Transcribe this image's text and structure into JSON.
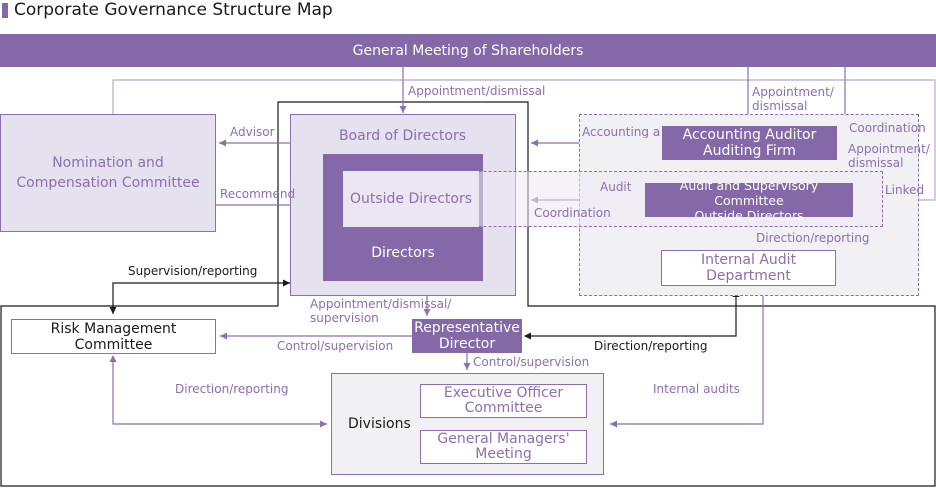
{
  "title": "Corporate Governance Structure Map",
  "colors": {
    "purple": "#8468a8",
    "light_purple_fill": "#e6e1ef",
    "gray_fill": "#f1f1f3",
    "border": "#8c6fae",
    "text_purple": "#8c6fae",
    "text_dark": "#1a1a1a"
  },
  "nodes": {
    "shareholders": "General Meeting of Shareholders",
    "nomination": "Nomination and Compensation Committee",
    "board": "Board of Directors",
    "outside_directors": "Outside Directors",
    "directors": "Directors",
    "accounting_auditor": "Accounting Auditor\nAuditing Firm",
    "audit_committee": "Audit and Supervisory Committee\nOutside Directors",
    "internal_audit": "Internal Audit Department",
    "risk": "Risk Management Committee",
    "representative": "Representative\nDirector",
    "divisions": "Divisions",
    "executive_officer": "Executive Officer\nCommittee",
    "general_managers": "General Managers'\nMeeting"
  },
  "labels": {
    "appointment_dismissal_top": "Appointment/dismissal",
    "appointment_dismissal_right": "Appointment/\ndismissal",
    "advisor": "Advisor",
    "recommend": "Recommend",
    "accounting_audit": "Accounting audit",
    "coordination_right": "Coordination",
    "appointment_dismissal_audit": "Appointment/\ndismissal",
    "audit": "Audit",
    "linked": "Linked",
    "coordination_mid": "Coordination",
    "direction_reporting_ia": "Direction/reporting",
    "supervision_reporting": "Supervision/reporting",
    "appointment_supervision": "Appointment/dismissal/\nsupervision",
    "control_supervision_left": "Control/supervision",
    "direction_reporting_rep": "Direction/reporting",
    "control_supervision_down": "Control/supervision",
    "direction_reporting_left": "Direction/reporting",
    "internal_audits": "Internal audits"
  }
}
